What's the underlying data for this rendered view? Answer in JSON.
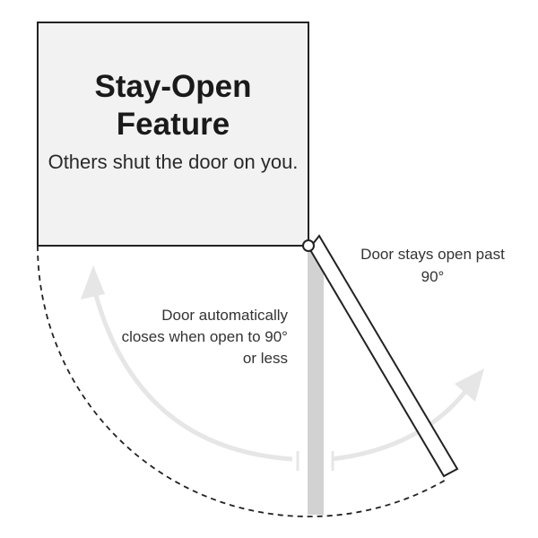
{
  "title": "Stay-Open Feature",
  "subtitle": "Others shut the door on you.",
  "callouts": {
    "stays_open": "Door stays open past 90°",
    "auto_close": "Door automatically closes when open to 90° or less"
  },
  "colors": {
    "box_fill": "#f2f2f2",
    "outline": "#222222",
    "gray_door": "#d2d2d2",
    "arrow": "#e6e6e6"
  }
}
